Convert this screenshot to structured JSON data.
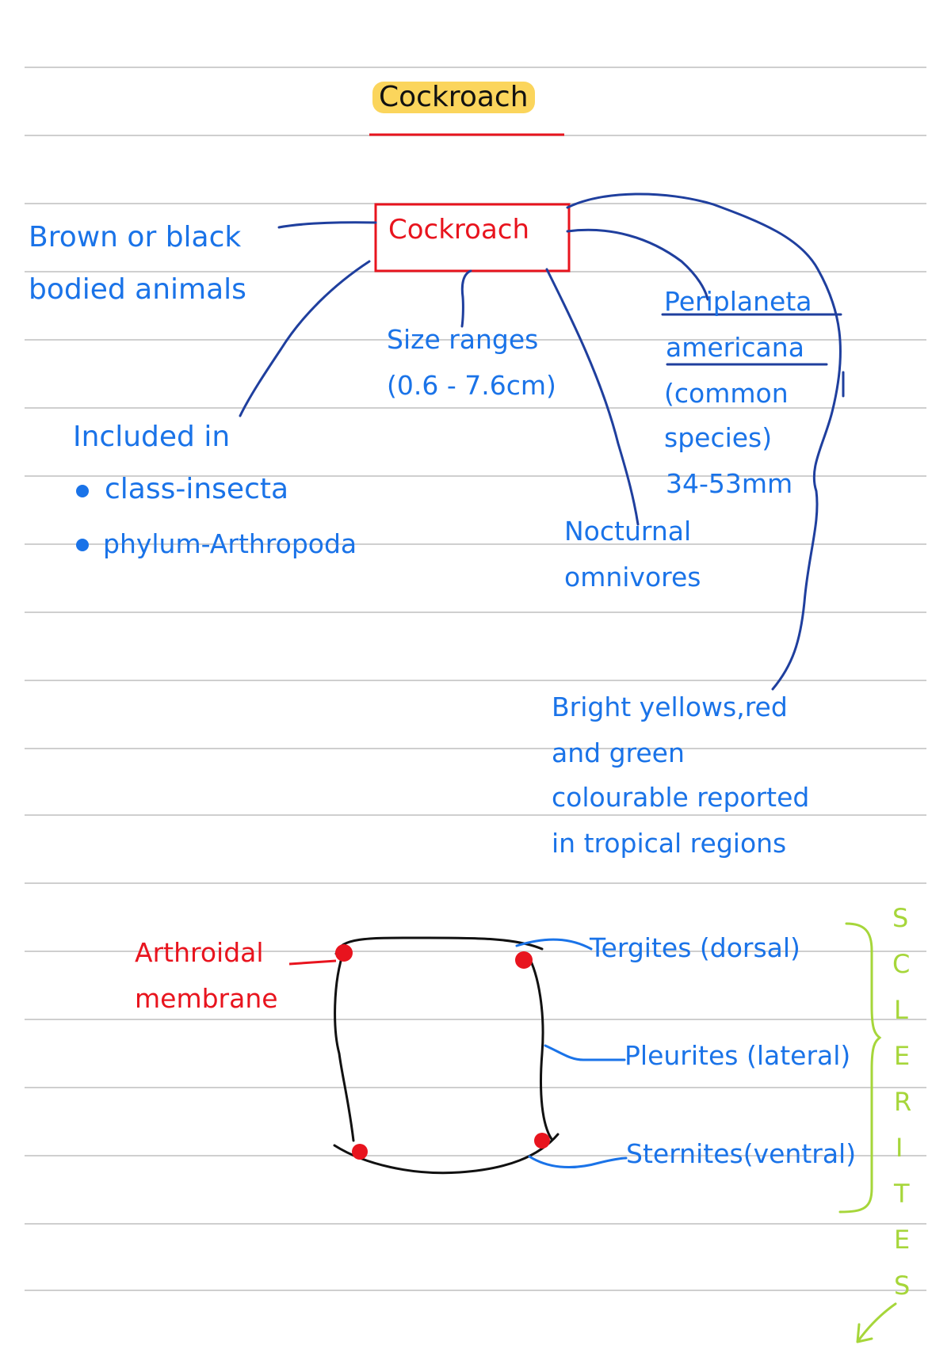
{
  "title": "Cockroach",
  "center_box": "Cockroach",
  "body_color_note": {
    "line1": "Brown or black",
    "line2": "bodied animals"
  },
  "size_note": {
    "line1": "Size ranges",
    "line2": "(0.6 - 7.6cm)"
  },
  "species_note": {
    "line1": "Periplaneta",
    "line2": "americana",
    "line3": "(common",
    "line4": "species)",
    "line5": "34-53mm"
  },
  "classification": {
    "heading": "Included in",
    "items": [
      "class-insecta",
      "phylum-Arthropoda"
    ]
  },
  "behaviour_note": {
    "line1": "Nocturnal",
    "line2": "omnivores"
  },
  "colour_note": {
    "line1": "Bright yellows,red",
    "line2": "and green",
    "line3": "colourable reported",
    "line4": "in tropical regions"
  },
  "diagram": {
    "membrane_label": {
      "line1": "Arthroidal",
      "line2": "membrane"
    },
    "tergites": "Tergites (dorsal)",
    "pleurites": "Pleurites (lateral)",
    "sternites": "Sternites(ventral)",
    "sclerites_letters": [
      "S",
      "C",
      "L",
      "E",
      "R",
      "I",
      "T",
      "E",
      "S"
    ]
  },
  "colors": {
    "blue_ink": "#1a73e8",
    "red_ink": "#e8141e",
    "navy_ink": "#1f3f9e",
    "lime_ink": "#a6d63a",
    "highlight": "#fbd55c"
  }
}
